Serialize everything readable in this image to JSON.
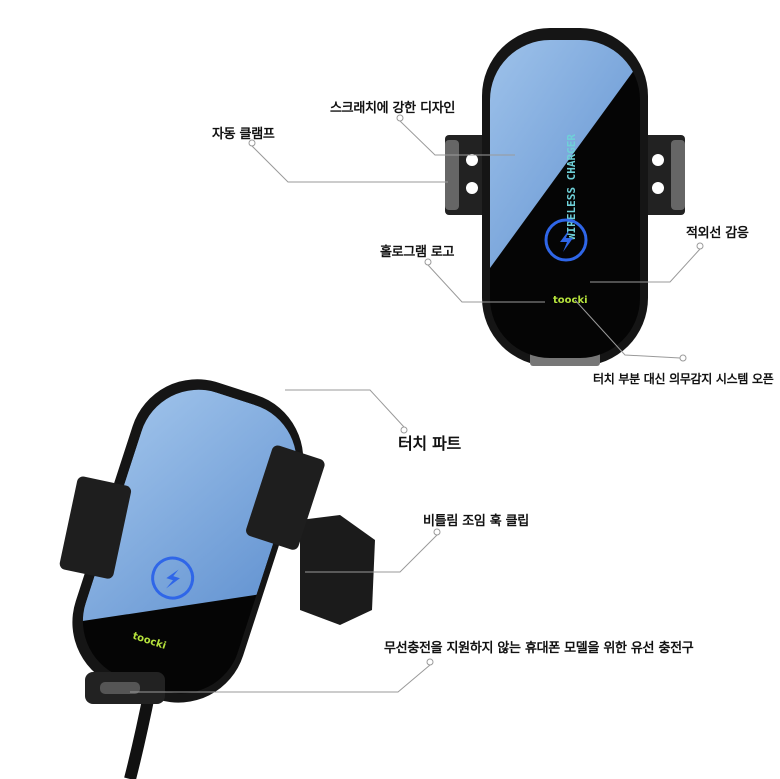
{
  "product": {
    "screen_text": "WIRELESS CHARGER",
    "logo": "toocki"
  },
  "callouts": {
    "scratch": "스크래치에 강한 디자인",
    "clamp": "자동 클램프",
    "hologram": "홀로그램 로고",
    "infrared": "적외선 감응",
    "sensor": "터치 부분 대신 의무감지 시스템 오픈",
    "touch": "터치 파트",
    "hook": "비틀림 조임 훅 클립",
    "wired": "무선충전을 지원하지 않는 휴대폰 모델을 위한 유선 충전구"
  },
  "colors": {
    "glass_blue": "#6f9fd6",
    "body": "#151515",
    "charge_icon": "#2f66e8",
    "line": "#9a9a9a"
  }
}
